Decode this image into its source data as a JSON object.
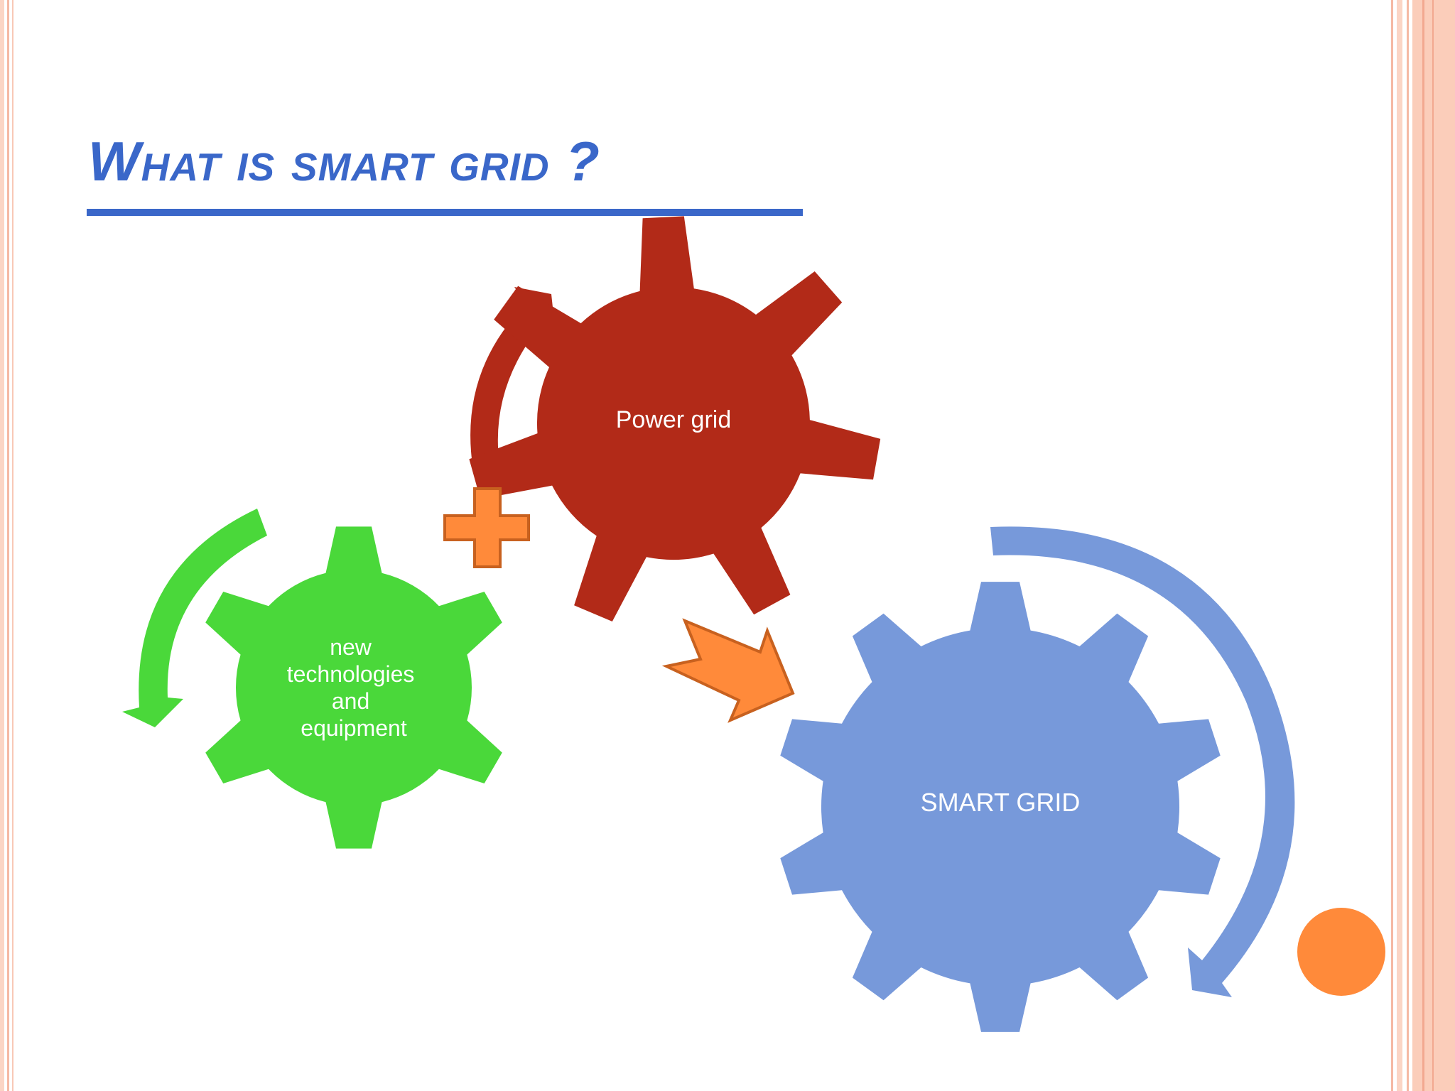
{
  "slide": {
    "title": "What is smart grid ?"
  },
  "diagram": {
    "gears": [
      {
        "id": "power-grid",
        "label": "Power grid",
        "color": "#B22A18"
      },
      {
        "id": "new-tech",
        "label_lines": [
          "new",
          "technologies",
          "and",
          "equipment"
        ],
        "color": "#4AD83A"
      },
      {
        "id": "smart-grid",
        "label": "SMART GRID",
        "color": "#7799DA"
      }
    ],
    "connector_color": "#FF8A3A",
    "connector_stroke": "#C8611F",
    "border_colors": [
      "#F5B9A4",
      "#FBD5C5"
    ],
    "background": "#ffffff"
  }
}
